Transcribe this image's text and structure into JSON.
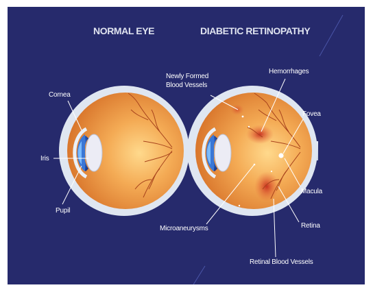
{
  "titles": {
    "normal": "NORMAL EYE",
    "diabetic": "DIABETIC RETINOPATHY"
  },
  "normal_labels": {
    "cornea": "Cornea",
    "iris": "Iris",
    "pupil": "Pupil"
  },
  "diabetic_labels": {
    "new_vessels_line1": "Newly Formed",
    "new_vessels_line2": "Blood Vessels",
    "hemorrhages": "Hemorrhages",
    "fovea": "Fovea",
    "macula": "Macula",
    "microaneurysms": "Microaneurysms",
    "retina": "Retina",
    "retinal_vessels": "Retinal Blood Vessels"
  },
  "colors": {
    "background": "#262a6c",
    "sclera": "#dfe6f1",
    "interior": "#f0a14c",
    "interior_dark": "#d16a22",
    "vessel": "#a8431c",
    "hemorrhage": "#d33a2a",
    "iris": "#2f64c8"
  }
}
